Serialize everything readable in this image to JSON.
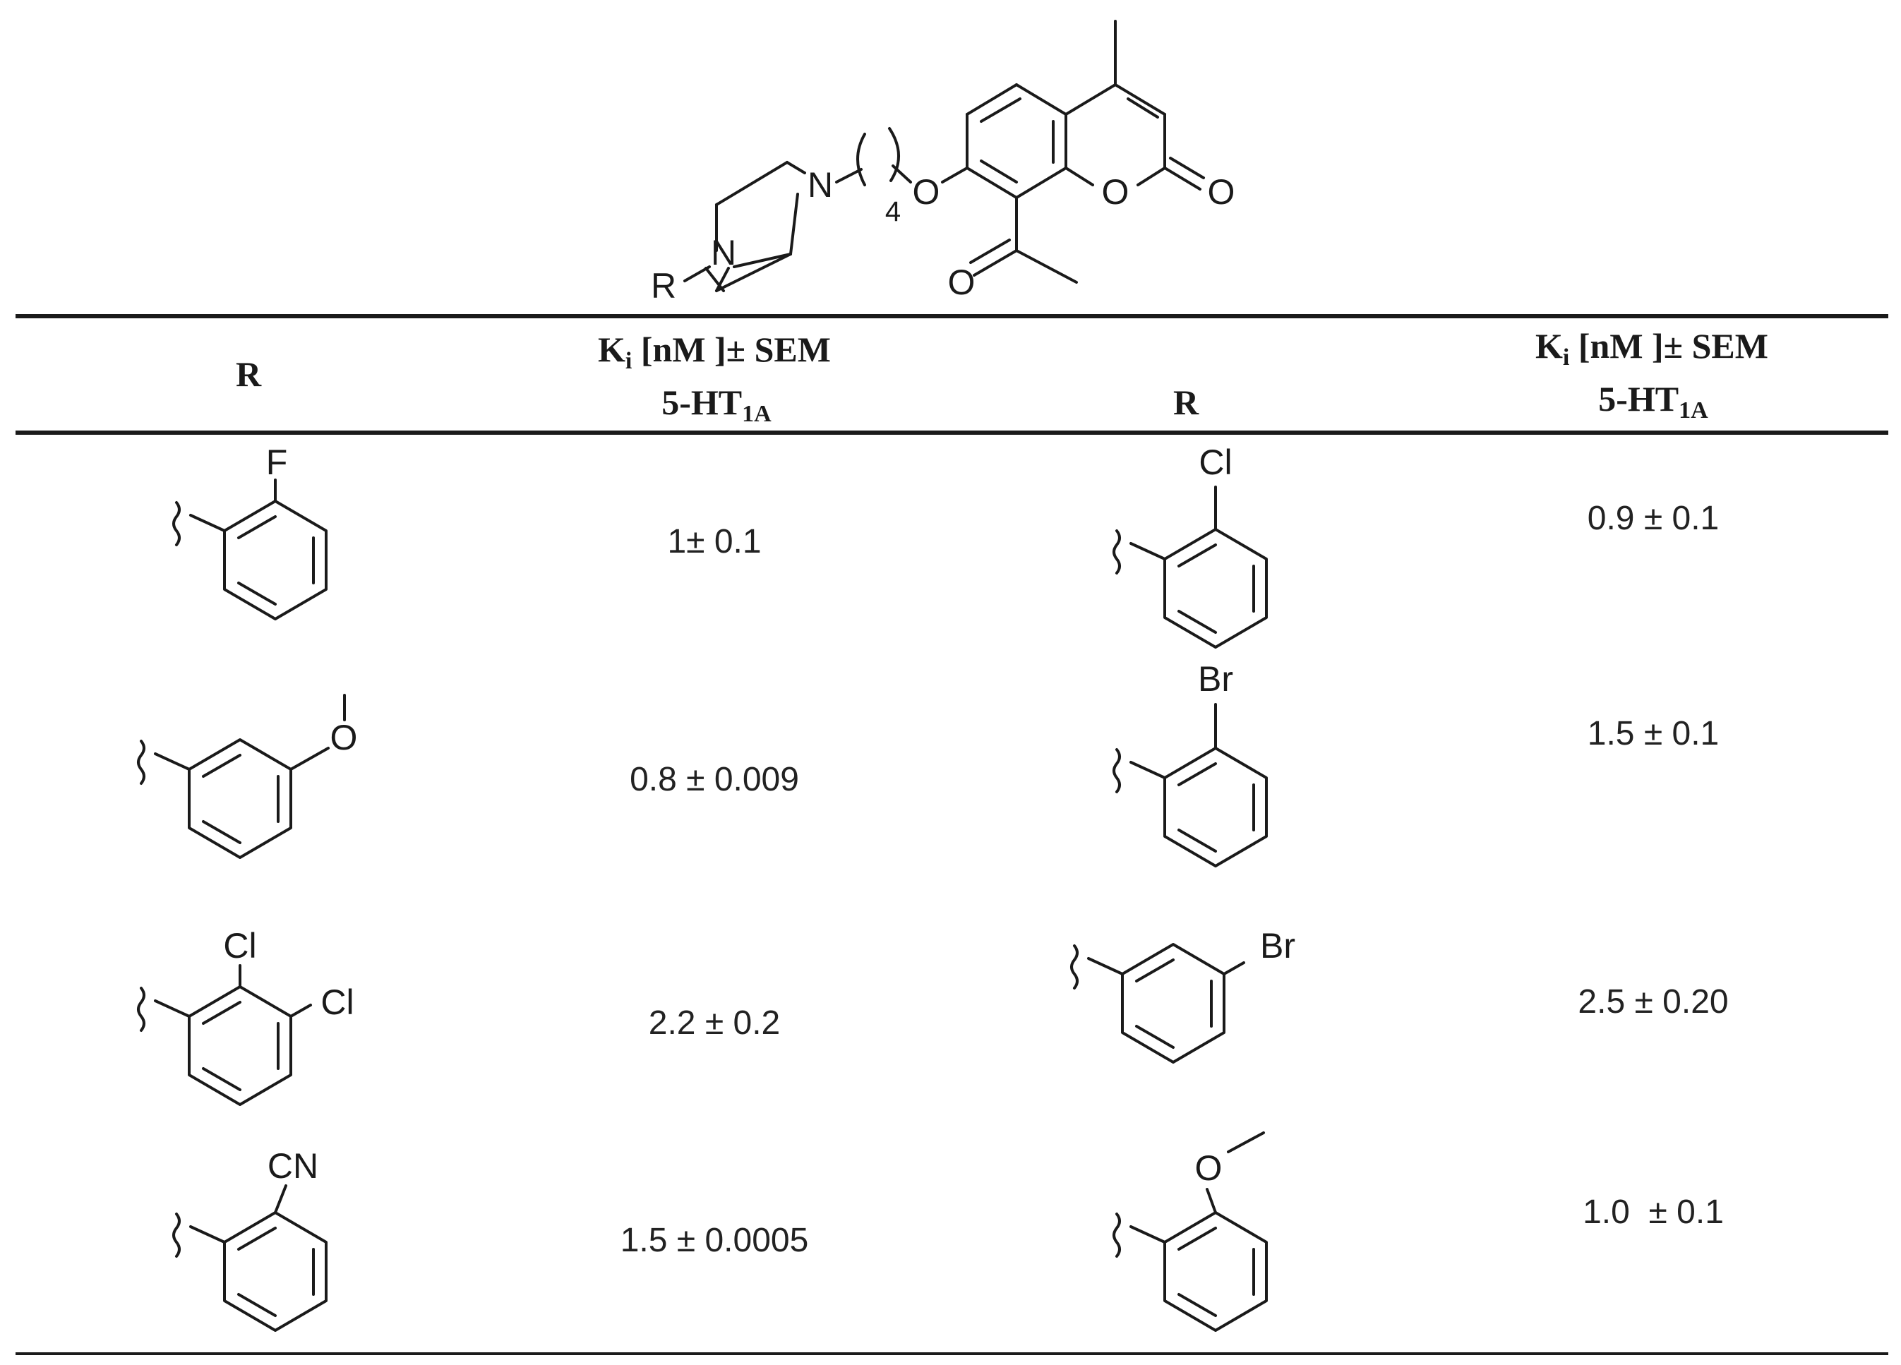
{
  "scaffold": {
    "atoms": {
      "R": "R",
      "N1": "N",
      "N2": "N",
      "O_ether": "O",
      "O_ring": "O",
      "O_keto1": "O",
      "O_keto2": "O",
      "chain_n": "4"
    }
  },
  "table": {
    "headers": {
      "left_r": "R",
      "left_ki_line1": "K",
      "left_ki_i": "i",
      "left_ki_rest": " [nM ]± SEM",
      "left_rec": "5-HT",
      "left_rec_sub": "1A",
      "right_r": "R",
      "right_ki_line1": "K",
      "right_ki_i": "i",
      "right_ki_rest": " [nM ]± SEM",
      "right_rec": "5-HT",
      "right_rec_sub": "1A"
    },
    "rows": [
      {
        "left_sub": "F",
        "left_value": "1± 0.1",
        "right_sub": "Cl",
        "right_value": "0.9 ± 0.1"
      },
      {
        "left_sub": "O",
        "left_value": "0.8 ± 0.009",
        "right_sub": "Br",
        "right_value": "1.5 ± 0.1"
      },
      {
        "left_sub": "Cl",
        "left_sub2": "Cl",
        "left_value": "2.2 ± 0.2",
        "right_sub": "Br",
        "right_value": "2.5 ± 0.20"
      },
      {
        "left_sub": "CN",
        "left_value": "1.5 ± 0.0005",
        "right_sub": "O",
        "right_value": "1.0  ± 0.1"
      }
    ]
  },
  "colors": {
    "ink": "#1a1a1a",
    "background": "#ffffff"
  }
}
